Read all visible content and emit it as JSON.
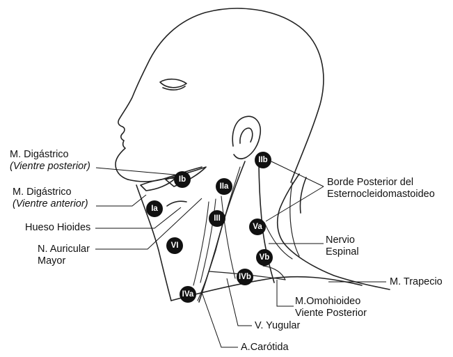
{
  "labels": {
    "digastrico_post_1": "M. Digástrico",
    "digastrico_post_2": "(Vientre posterior)",
    "digastrico_ant_1": "M. Digástrico",
    "digastrico_ant_2": "(Vientre anterior)",
    "hueso_hioides": "Hueso Hioides",
    "auricular_1": "N. Auricular",
    "auricular_2": "Mayor",
    "borde_1": "Borde Posterior del",
    "borde_2": "Esternocleidomastoideo",
    "nervio_1": "Nervio",
    "nervio_2": "Espinal",
    "trapecio": "M. Trapecio",
    "omohioideo_1": "M.Omohioideo",
    "omohioideo_2": "Viente Posterior",
    "yugular": "V. Yugular",
    "carotida": "A.Carótida"
  },
  "levels": {
    "Ib": "Ib",
    "Ia": "Ia",
    "IIa": "IIa",
    "IIb": "IIb",
    "III": "III",
    "VI": "VI",
    "Va": "Va",
    "Vb": "Vb",
    "IVa": "IVa",
    "IVb": "IVb"
  }
}
